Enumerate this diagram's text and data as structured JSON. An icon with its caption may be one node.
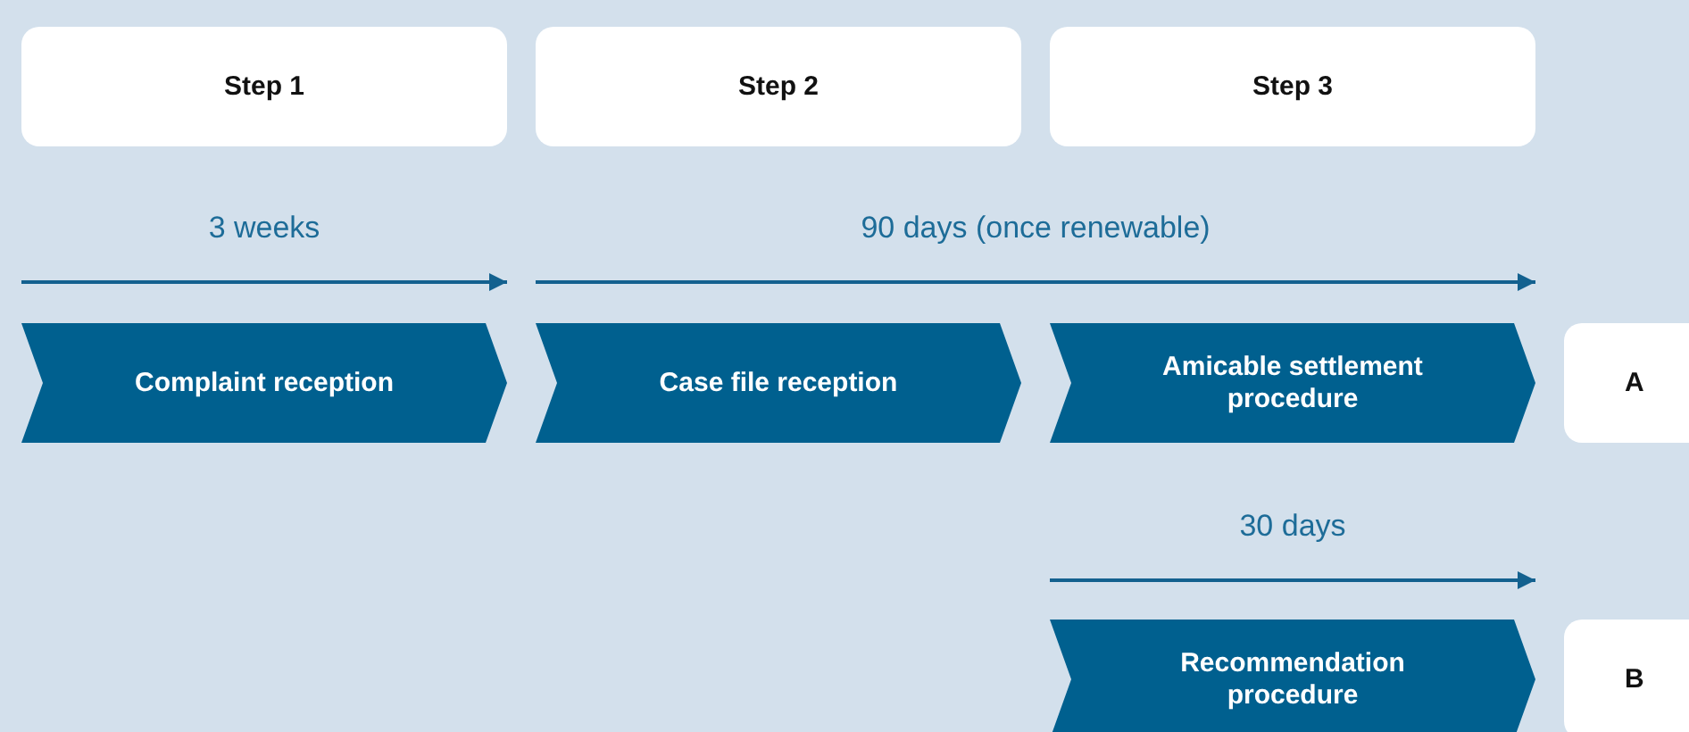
{
  "diagram": {
    "nodes": [
      {
        "text": [
          "Step 1"
        ]
      },
      {
        "text": [
          "Step 2"
        ]
      },
      {
        "text": [
          "Step 3"
        ]
      },
      {
        "text": [
          "Complaint reception"
        ]
      },
      {
        "text": [
          "Case file reception"
        ]
      },
      {
        "text": [
          "Amicable settlement procedure"
        ]
      },
      {
        "text": [
          "A"
        ]
      },
      {
        "text": [
          "Recommendation procedure"
        ]
      },
      {
        "text": [
          "B"
        ]
      }
    ],
    "edges": [],
    "labels": [
      "3 weeks",
      "90 days (once renewable)",
      "30 days"
    ]
  }
}
